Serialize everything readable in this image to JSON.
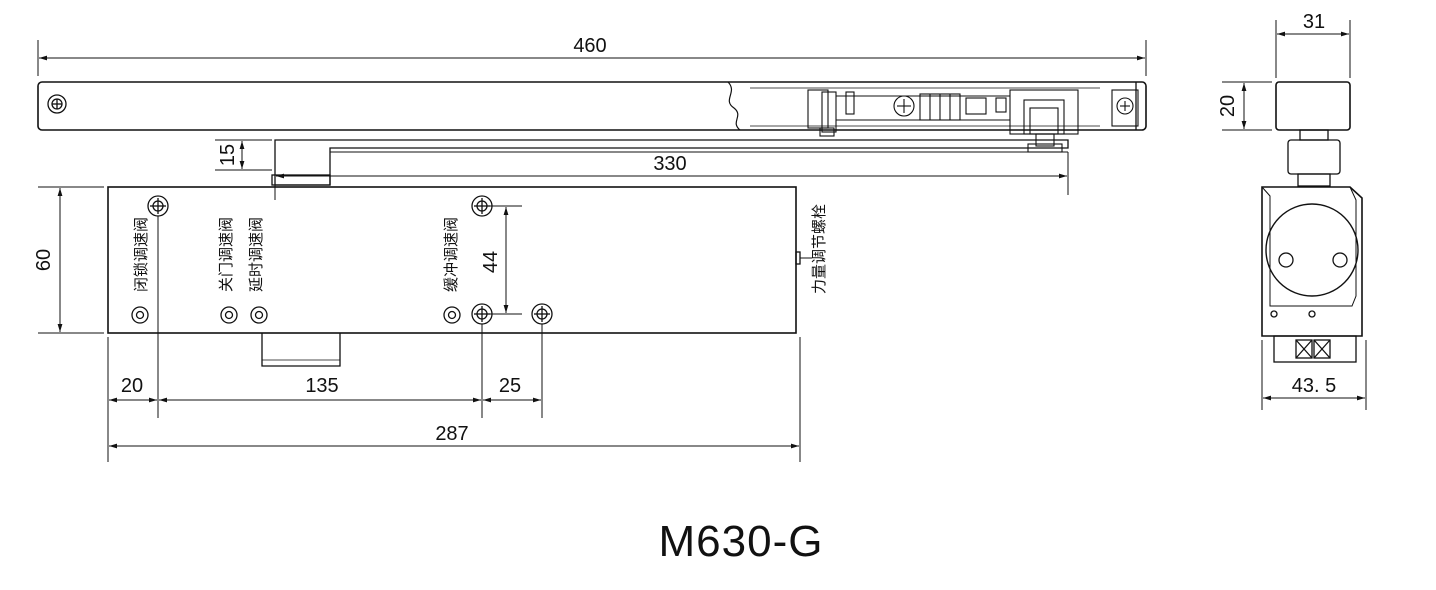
{
  "title": "M630-G",
  "dimensions": {
    "arm_length": "460",
    "arm_offset": "15",
    "slide_length": "330",
    "body_height": "60",
    "screw_spacing_vertical": "44",
    "left_offset": "20",
    "center_span": "135",
    "right_span": "25",
    "body_length": "287",
    "side_width_top": "31",
    "side_height_top": "20",
    "side_width_bottom": "43. 5"
  },
  "valve_labels": {
    "closing_lock": "闭锁调速阀",
    "closing": "关门调速阀",
    "delay": "延时调速阀",
    "buffer": "缓冲调速阀",
    "force_adjust": "力量调节螺栓"
  },
  "colors": {
    "line": "#111111",
    "fill": "#ffffff"
  }
}
